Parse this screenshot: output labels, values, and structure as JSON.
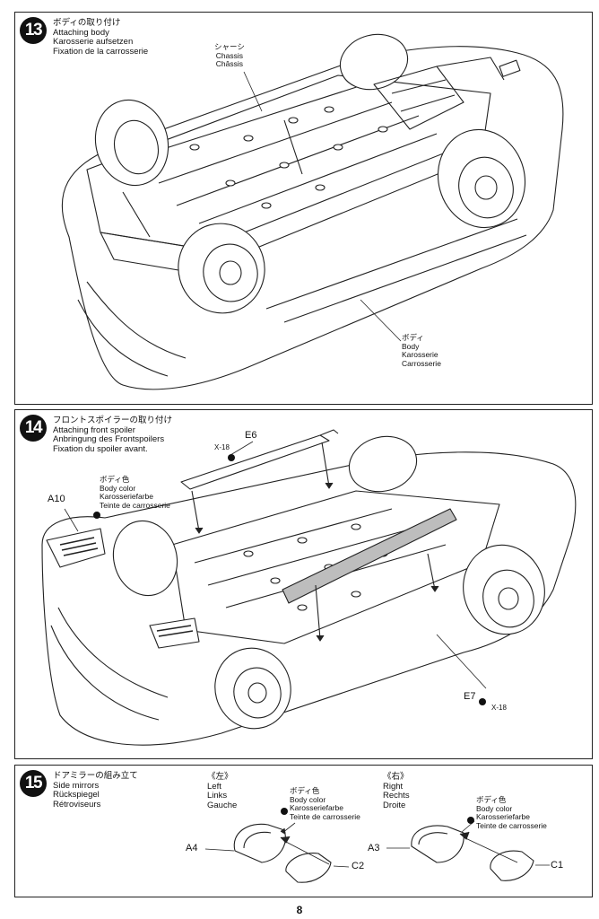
{
  "steps": [
    {
      "number": "13",
      "title_jp": "ボディの取り付け",
      "title_en": "Attaching body",
      "title_de": "Karosserie aufsetzen",
      "title_fr": "Fixation de la carrosserie",
      "labels": {
        "chassis": [
          "シャーシ",
          "Chassis",
          "Châssis"
        ],
        "body": [
          "ボディ",
          "Body",
          "Karosserie",
          "Carrosserie"
        ]
      }
    },
    {
      "number": "14",
      "title_jp": "フロントスポイラーの取り付け",
      "title_en": "Attaching front spoiler",
      "title_de": "Anbringung des Frontspoilers",
      "title_fr": "Fixation du spoiler avant.",
      "labels": {
        "body_color": [
          "ボディ色",
          "Body color",
          "Karosseriefarbe",
          "Teinte de carrosserie"
        ]
      },
      "parts": {
        "e6": "E6",
        "e7": "E7",
        "a10": "A10",
        "screw_top": "X-18",
        "screw_bottom": "X-18"
      }
    },
    {
      "number": "15",
      "title_jp": "ドアミラーの組み立て",
      "title_en": "Side mirrors",
      "title_de": "Rückspiegel",
      "title_fr": "Rétroviseurs",
      "left": {
        "heading": [
          "《左》",
          "Left",
          "Links",
          "Gauche"
        ],
        "color": [
          "ボディ色",
          "Body color",
          "Karosseriefarbe",
          "Teinte de carrosserie"
        ],
        "part_a": "A4",
        "part_c": "C2"
      },
      "right": {
        "heading": [
          "《右》",
          "Right",
          "Rechts",
          "Droite"
        ],
        "color": [
          "ボディ色",
          "Body color",
          "Karosseriefarbe",
          "Teinte de carrosserie"
        ],
        "part_a": "A3",
        "part_c": "C1"
      }
    }
  ],
  "page_number": "8"
}
